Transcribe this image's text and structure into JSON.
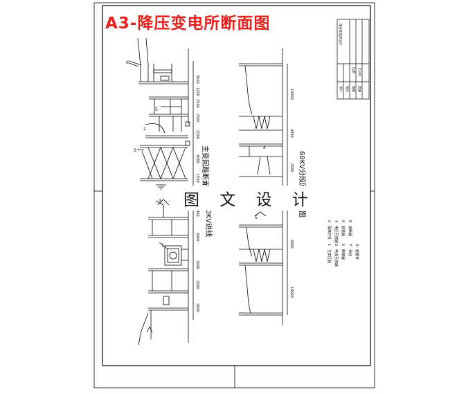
{
  "title": "A3-降压变电所断面图",
  "watermark": "图 文 设 计",
  "section_left": {
    "caption_top": "主变回路断面图",
    "caption_bottom": "60KV进线",
    "dims": [
      "3600",
      "1250",
      "2500",
      "2500",
      "2500",
      "4000",
      "1500",
      "1400",
      "6000",
      "3000",
      "2000",
      "3600"
    ]
  },
  "section_right": {
    "caption": "60KV分段回路断面图",
    "dims": [
      "10000",
      "3000",
      "2500",
      "3000",
      "10000"
    ]
  },
  "legend": {
    "numbers": [
      "1",
      "2",
      "3",
      "4",
      "5",
      "6",
      "7",
      "8",
      "9"
    ],
    "items": [
      "主变压器",
      "隔离开关",
      "电流互感器",
      "电压互感器",
      "断路器",
      "避雷器",
      "母线",
      "熔断器",
      "避雷针"
    ]
  },
  "title_block": {
    "project": "降压变电所设计",
    "rows": [
      "设计",
      "校对",
      "审核",
      "批准"
    ],
    "values": [
      "",
      "",
      "比例",
      "1:100"
    ]
  },
  "colors": {
    "title": "#e8201c",
    "line": "#000000"
  }
}
